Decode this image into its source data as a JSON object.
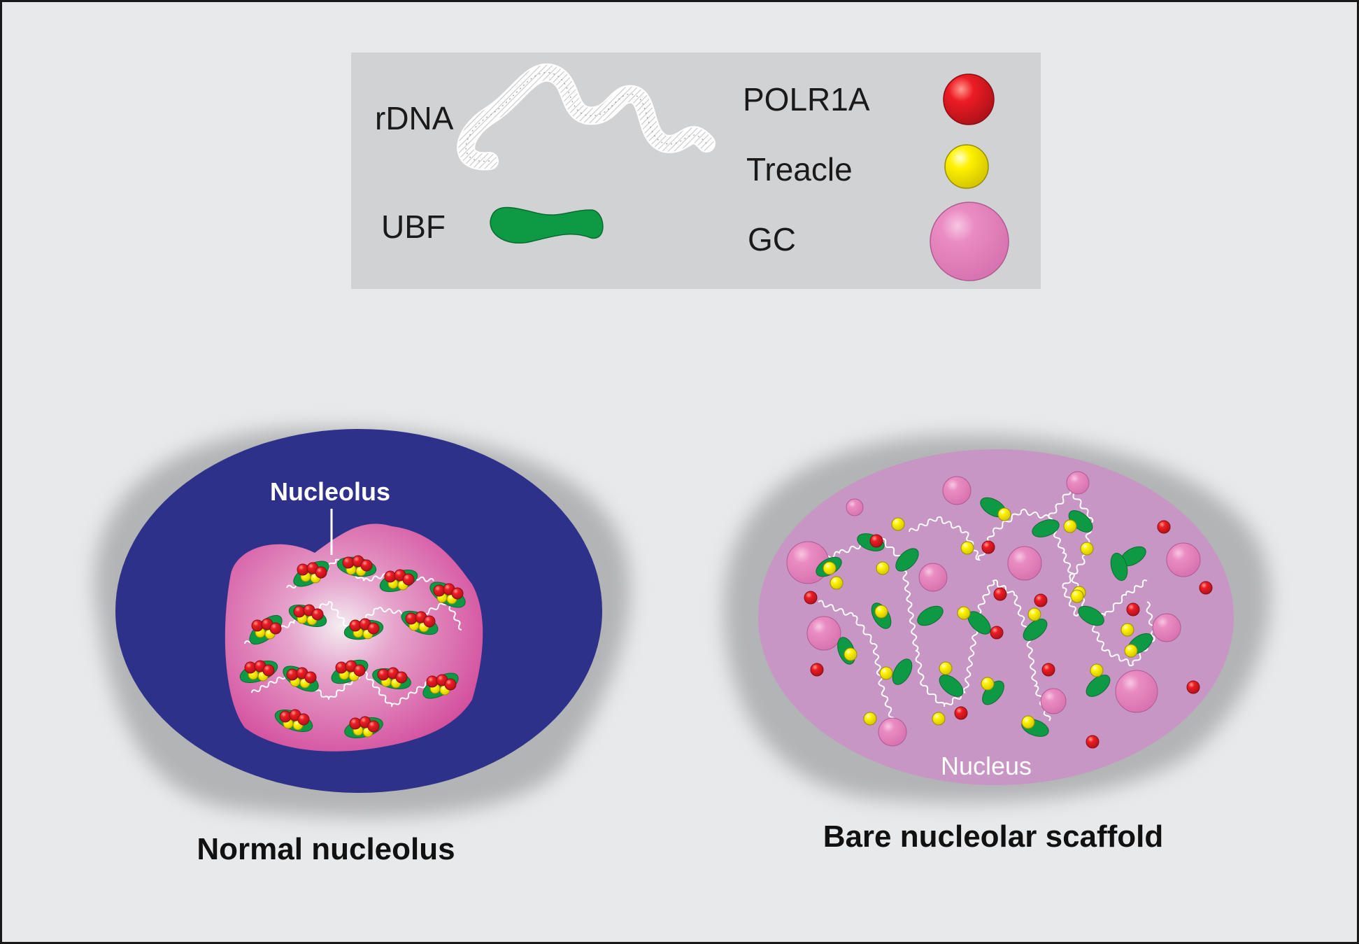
{
  "legend": {
    "items": [
      {
        "key": "rdna",
        "label": "rDNA"
      },
      {
        "key": "ubf",
        "label": "UBF",
        "color": "#0e9a45"
      },
      {
        "key": "polr1a",
        "label": "POLR1A",
        "color": "#ed1c24"
      },
      {
        "key": "treacle",
        "label": "Treacle",
        "color": "#fff200"
      },
      {
        "key": "gc",
        "label": "GC",
        "color": "#e889c0"
      }
    ]
  },
  "panels": {
    "normal": {
      "caption": "Normal nucleolus",
      "callout": "Nucleolus",
      "nucleus_color": "#2e3189",
      "nucleolus_color": "#d4509e"
    },
    "bare": {
      "caption": "Bare nucleolar scaffold",
      "callout": "Nucleus",
      "nucleus_color": "#c796c4"
    }
  }
}
